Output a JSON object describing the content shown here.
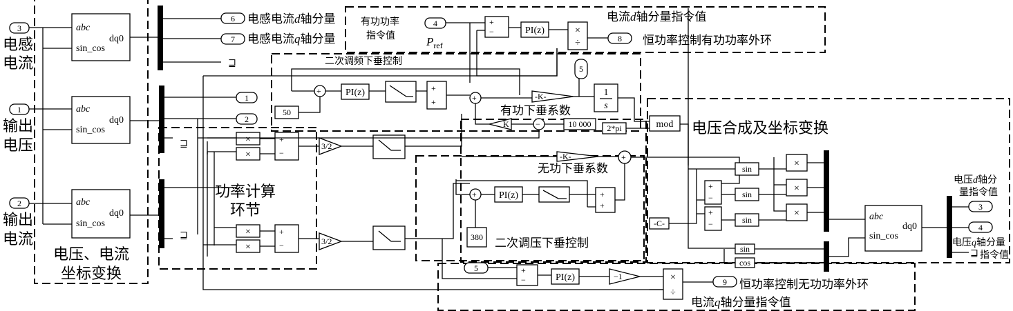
{
  "ports": {
    "in_inductor_current": "3",
    "in_output_voltage": "1",
    "in_output_current": "2",
    "out_id": "6",
    "out_iq": "7",
    "out_1": "1",
    "out_2": "2",
    "in_pref": "4",
    "out_8": "8",
    "out_5": "5",
    "out_3": "3",
    "out_4": "4",
    "in_5": "5",
    "out_9": "9"
  },
  "labels": {
    "inductor_current": [
      "电感",
      "电流"
    ],
    "output_voltage": [
      "输出",
      "电压"
    ],
    "output_current": [
      "输出",
      "电流"
    ],
    "coord_transform": [
      "电压、电流",
      "坐标变换"
    ],
    "id_label_pre": "电感电流",
    "id_label_var": "d",
    "id_label_post": "轴分量",
    "iq_label_pre": "电感电流",
    "iq_label_var": "q",
    "iq_label_post": "轴分量",
    "pref_cmd": [
      "有功功率",
      "指令值"
    ],
    "pref_symbol": "P",
    "pref_sub": "ref",
    "id_cmd_pre": "电流",
    "id_cmd_var": "d",
    "id_cmd_post": "轴分量指令值",
    "const_p_outer": "恒功率控制有功功率外环",
    "freq_droop": "二次调频下垂控制",
    "p_droop_coef": "有功下垂系数",
    "q_droop_coef": "无功下垂系数",
    "power_calc": [
      "功率计算",
      "环节"
    ],
    "volt_droop": "二次调压下垂控制",
    "volt_synth": "电压合成及坐标变换",
    "vd_cmd_pre": "电压",
    "vd_cmd_var": "d",
    "vd_cmd_post": "轴分",
    "vd_cmd_line2": "量指令值",
    "vq_cmd_pre": "电压",
    "vq_cmd_var": "q",
    "vq_cmd_post": "轴分量",
    "vq_cmd_line2": "指令值",
    "const_q_outer": "恒功率控制无功功率外环",
    "iq_cmd_pre": "电流",
    "iq_cmd_var": "q",
    "iq_cmd_post": "轴分量指令值"
  },
  "blocks": {
    "abc": "abc",
    "sin_cos": "sin_cos",
    "dq0": "dq0",
    "pi": "PI(z)",
    "mult": "×",
    "div": "÷",
    "plus": "+",
    "minus": "−",
    "gain_k": "-K-",
    "gain_k_small": "K",
    "gain_neg1": "−1",
    "gain_3_2": "3/2",
    "const_50": "50",
    "const_10000": "10 000",
    "const_2pi": "2*pi",
    "const_380": "380",
    "const_c": "-C-",
    "mod": "mod",
    "sin": "sin",
    "cos": "cos",
    "integ_num": "1",
    "integ_den": "s",
    "terminator": "⊒"
  }
}
